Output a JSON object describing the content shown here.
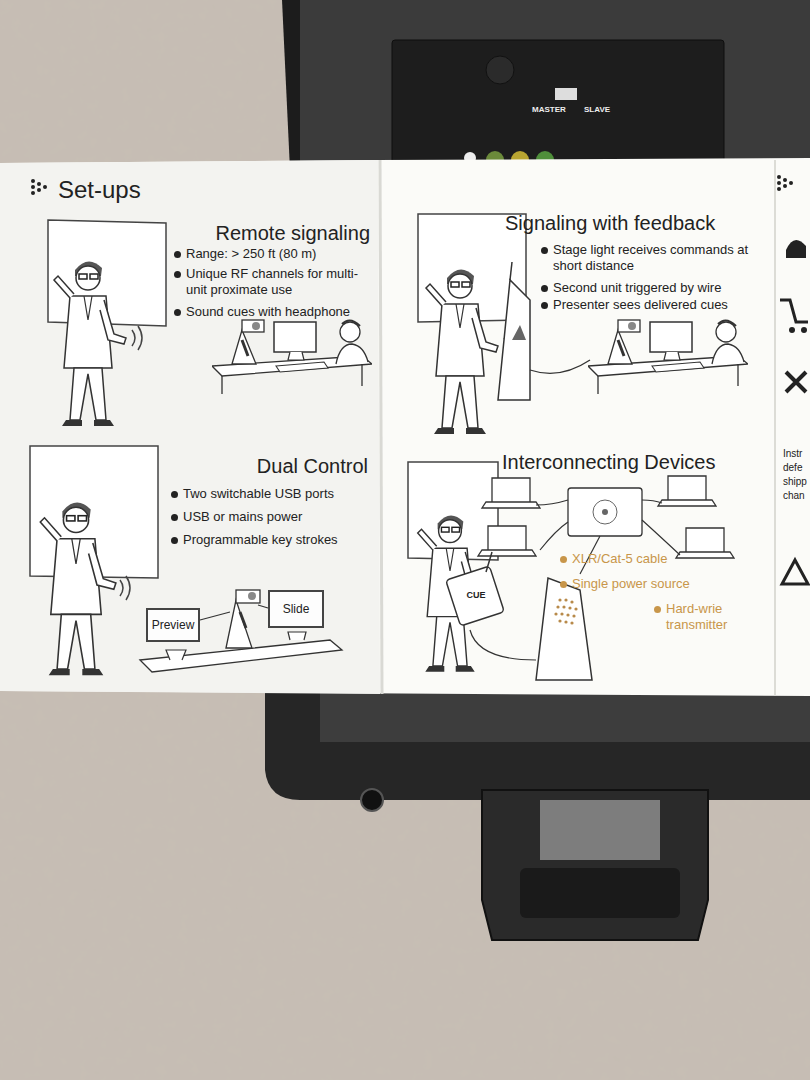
{
  "diagram": {
    "title": "Set-ups",
    "nodes": [
      {
        "text": [
          "Preview"
        ]
      },
      {
        "text": [
          "Slide"
        ]
      }
    ],
    "labels": [
      "MASTER",
      "SLAVE",
      "Remote signaling",
      "Range: > 250 ft (80 m)",
      "Unique RF channels for multi-unit proximate use",
      "Sound cues with headphone",
      "Signaling with feedback",
      "Stage light receives commands at short distance",
      "Second unit triggered by wire",
      "Presenter sees delivered cues",
      "Dual Control",
      "Two switchable USB ports",
      "USB or mains power",
      "Programmable key strokes",
      "Interconnecting Devices",
      "XLR/Cat-5 cable",
      "Single power source",
      "Hard-wrie transmitter",
      "CUE",
      "Instr",
      "defe",
      "shipp",
      "chan"
    ]
  }
}
